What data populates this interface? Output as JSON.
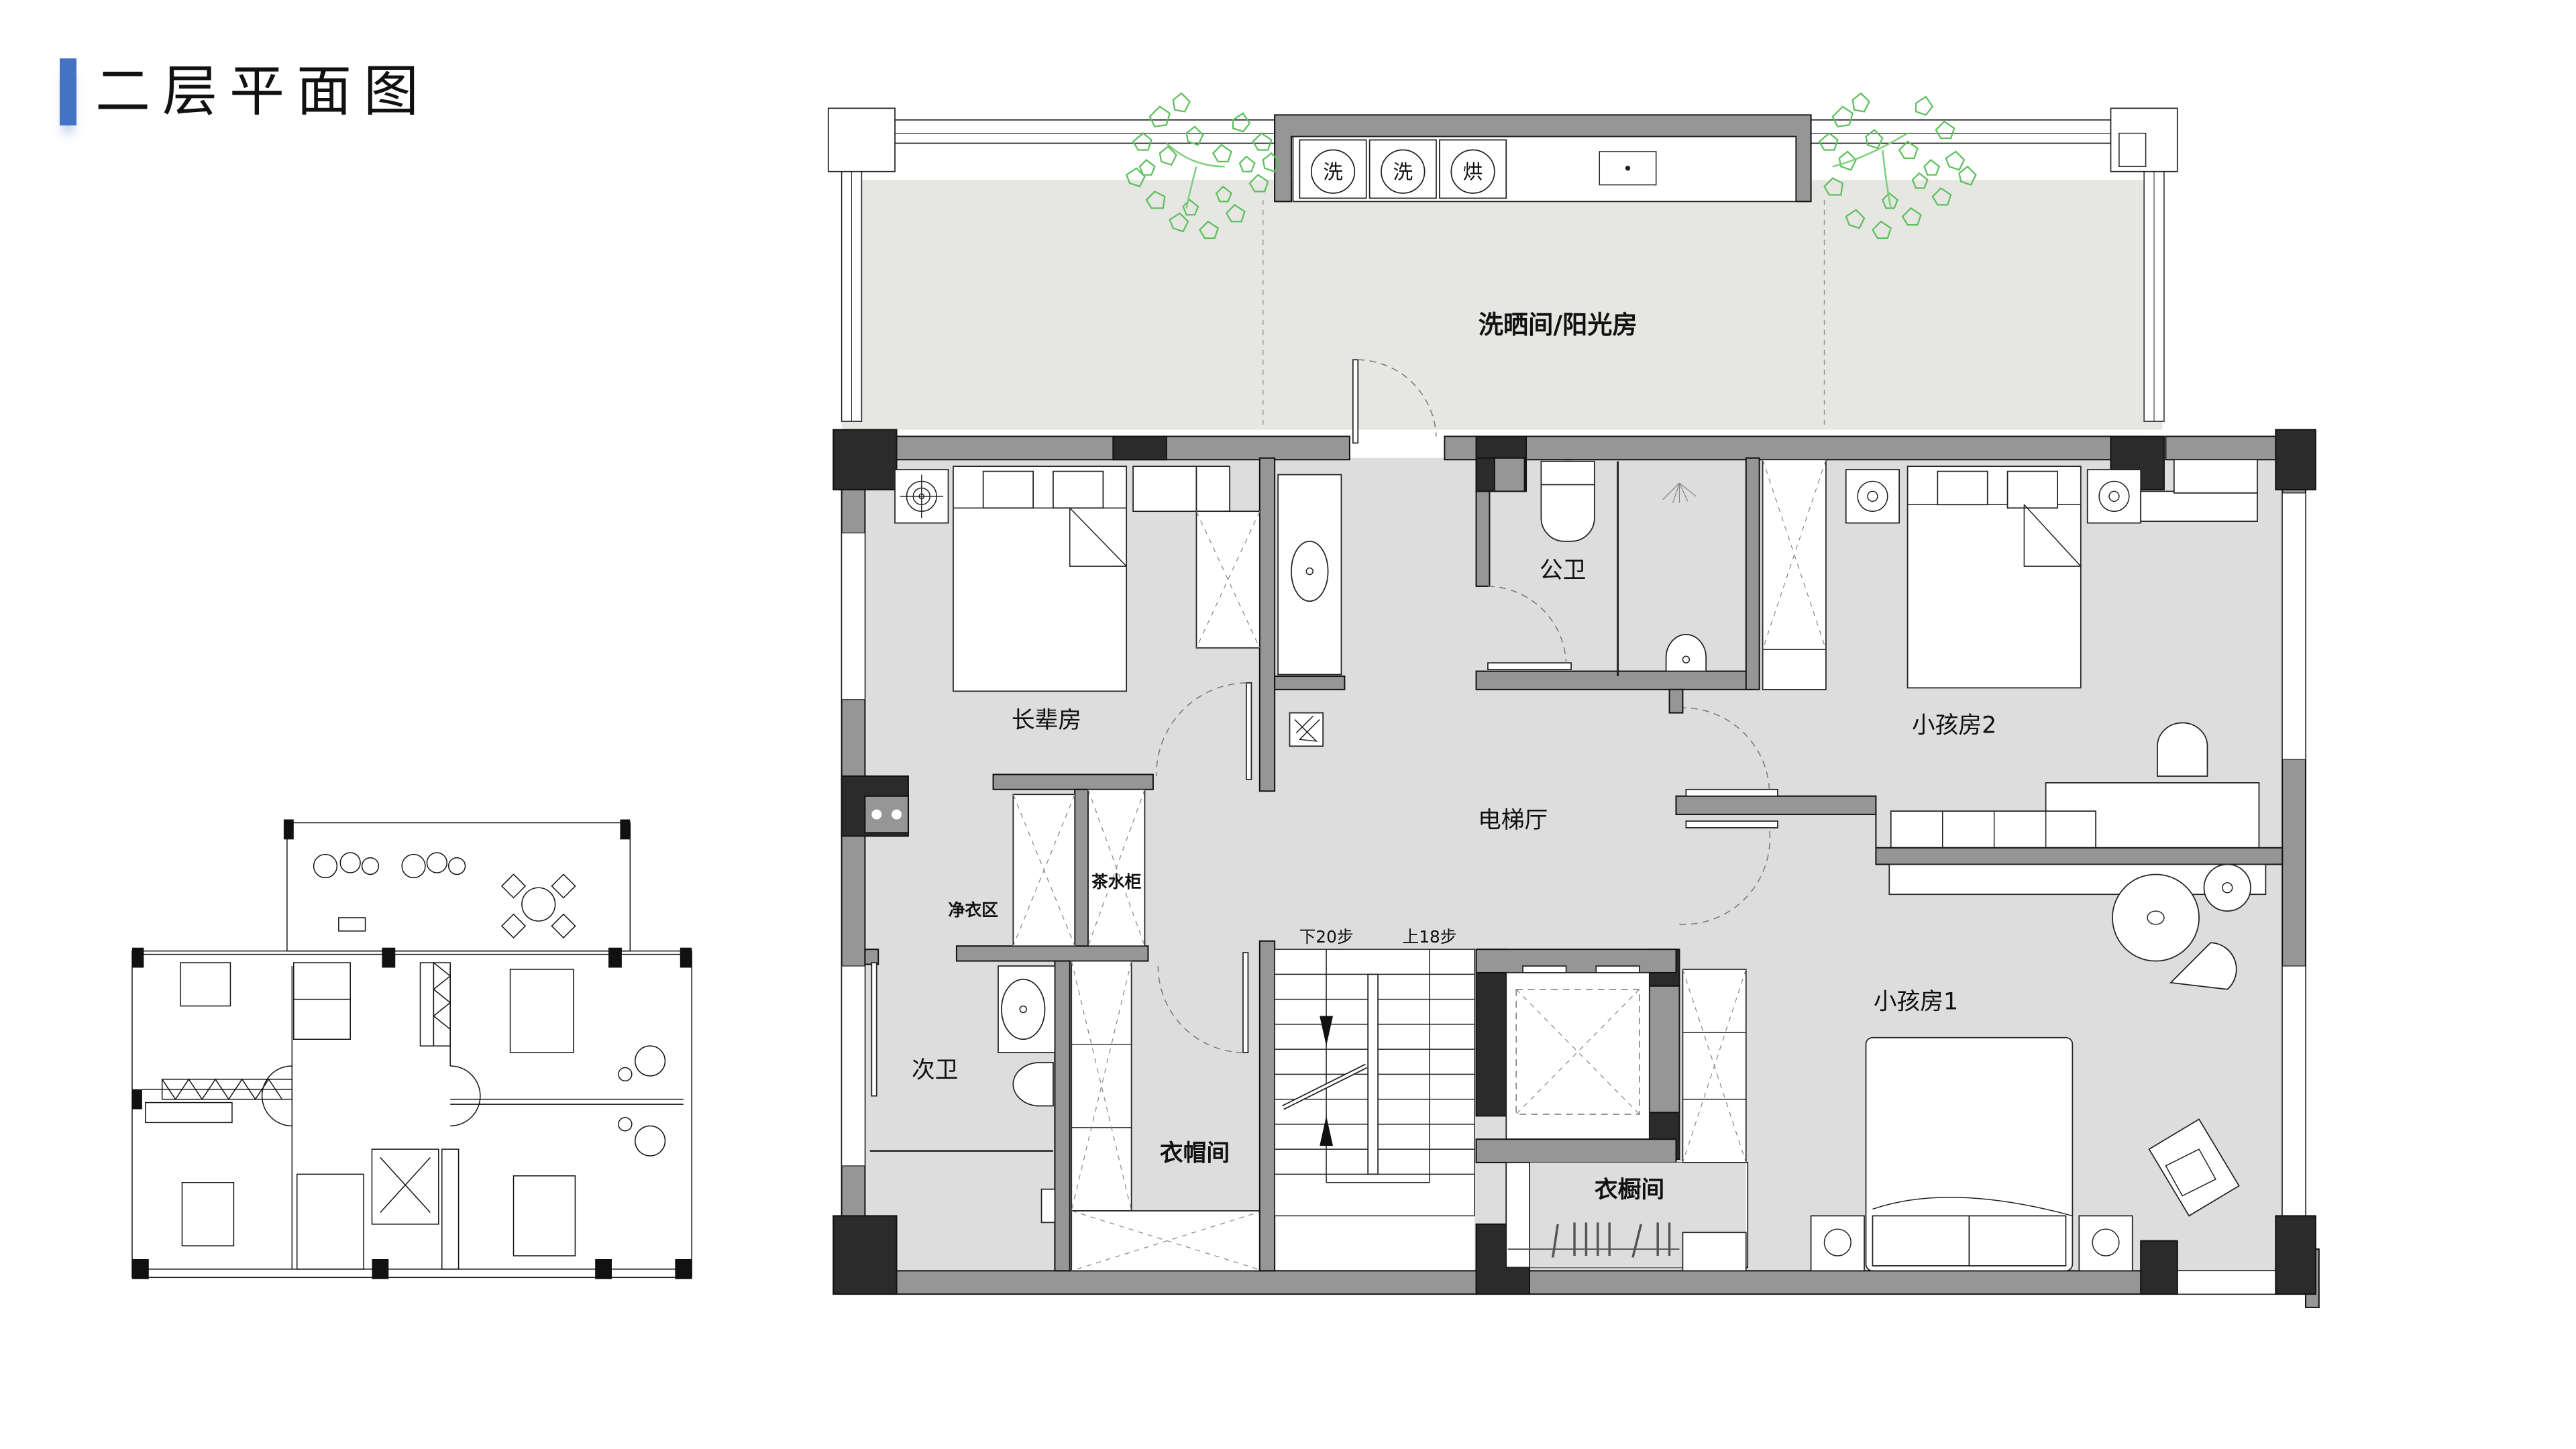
{
  "header": {
    "title": "二层平面图",
    "accent_color": "#4472c4"
  },
  "plan": {
    "rooms": {
      "sunroom": "洗晒间/阳光房",
      "elder_room": "长辈房",
      "public_bath": "公卫",
      "kid_room_2": "小孩房2",
      "elevator_hall": "电梯厅",
      "clean_clothes_area": "净衣区",
      "tea_cabinet": "茶水柜",
      "secondary_bath": "次卫",
      "cloakroom": "衣帽间",
      "wardrobe_room": "衣橱间",
      "kid_room_1": "小孩房1"
    },
    "stairs": {
      "down_label": "下20步",
      "up_label": "上18步"
    },
    "appliances": {
      "washer_1": "洗",
      "washer_2": "洗",
      "dryer": "烘"
    },
    "colors": {
      "wall": "#969696",
      "column": "#2b2b2b",
      "floor": "#dddddd",
      "sunroom_floor": "#e6e6e3",
      "plant": "#5cbf5c"
    }
  },
  "key_plan": {
    "description": "overall floor outline thumbnail"
  }
}
